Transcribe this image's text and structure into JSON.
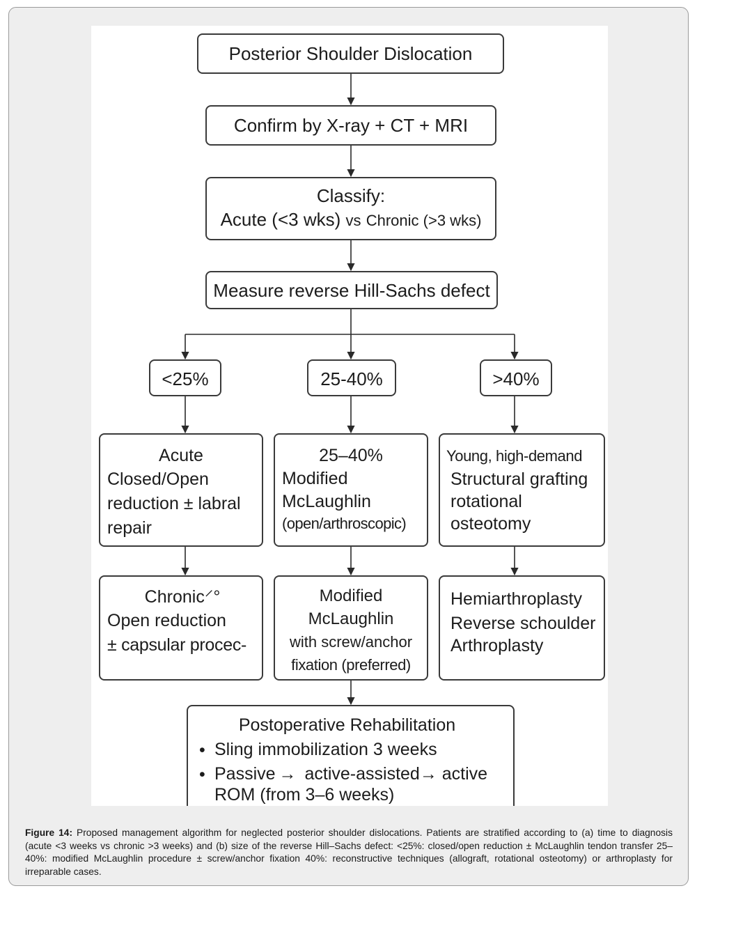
{
  "flowchart": {
    "start": "Posterior Shoulder Dislocation",
    "confirm": "Confirm by X-ray + CT + MRI",
    "classify": {
      "title": "Classify:",
      "acute_label": "Acute (<3 wks)",
      "vs": "vs",
      "chronic_label": "Chronic (>3 wks)"
    },
    "measure": "Measure reverse Hill-Sachs defect",
    "branches": [
      {
        "label": "<25%"
      },
      {
        "label": "25-40%"
      },
      {
        "label": ">40%"
      }
    ],
    "treatment": {
      "small": [
        "Acute",
        "Closed/Open",
        "reduction ± labral",
        "repair"
      ],
      "medium": [
        "25–40%",
        "Modified",
        "McLaughlin",
        "(open/arthroscopic)"
      ],
      "large": [
        "Young, high-demand",
        "Structural grafting",
        "rotational",
        "osteotomy"
      ]
    },
    "second": {
      "small": [
        "Chronic⸍°",
        "Open reduction",
        "± capsular procec-"
      ],
      "medium": [
        "Modified",
        "McLaughlin",
        "with screw/anchor",
        "fixation (preferred)"
      ],
      "large": [
        "Hemiarthroplasty",
        "Reverse schoulder",
        "Arthroplasty"
      ]
    },
    "rehab": {
      "title": "Postoperative Rehabilitation",
      "bullet_symbol": "•",
      "bullets": [
        {
          "line1": "Sling immobilization 3 weeks",
          "line2": ""
        },
        {
          "line1": "Passive →  active-assisted→ active",
          "line2": "ROM (from 3–6 weeks)"
        }
      ]
    }
  },
  "caption": {
    "label": "Figure 14:",
    "text": " Proposed management algorithm for neglected posterior shoulder dislocations. Patients are stratified according to (a) time to diagnosis (acute <3 weeks vs chronic >3 weeks) and (b) size of the reverse Hill–Sachs defect: <25%: closed/open reduction ± McLaughlin tendon transfer 25–40%: modified McLaughlin procedure ± screw/anchor fixation 40%: reconstructive techniques (allograft, rotational osteotomy) or arthroplasty for irreparable cases."
  },
  "colors": {
    "card_bg": "#eeeeee",
    "border": "#3a3a3a",
    "text": "#1c1c1c"
  }
}
